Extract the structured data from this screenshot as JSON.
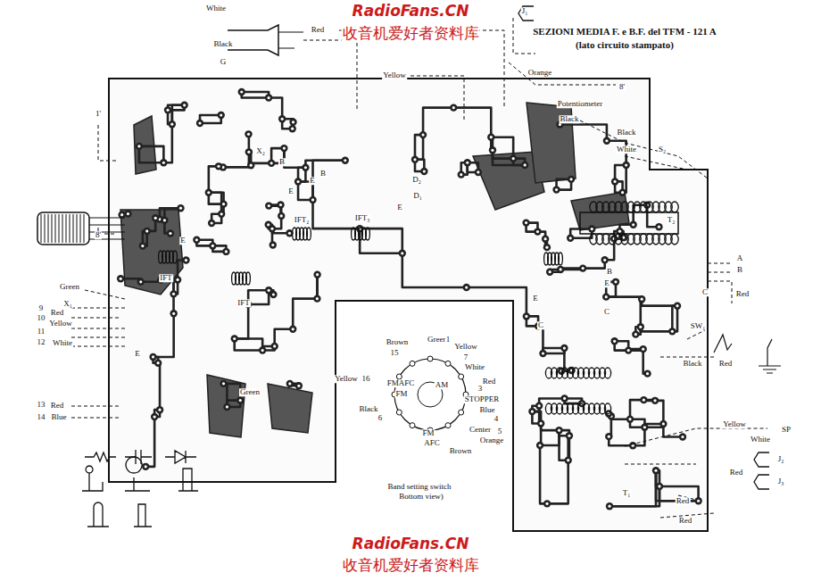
{
  "diagram": {
    "title": "SEZIONI MEDIA F. e B.F. del TFM - 121 A",
    "labels": [
      "RadioFans.CN",
      "收音机爱好者资料库",
      "RadioFans.CN",
      "收音机爱好者资料库",
      "(lato circuito stampato)",
      "White",
      "Black",
      "G",
      "J₁",
      "Red",
      "Yellow",
      "Orange",
      "8'",
      "Potentiometer",
      "Black",
      "Black",
      "White",
      "S₂",
      "1'",
      "8'",
      "Green",
      "9",
      "10",
      "Red",
      "Yellow",
      "11",
      "12",
      "White",
      "13",
      "14",
      "Red",
      "Blue",
      "A",
      "Red",
      "B",
      "SW₁",
      "Black",
      "Red",
      "SP",
      "Yellow",
      "White",
      "Red",
      "J₂",
      "J₃",
      "Red",
      "Red",
      "T₁",
      "T₂",
      "Brown",
      "15",
      "Green",
      "1",
      "Yellow",
      "White",
      "7",
      "Red",
      "3",
      "STOPPER",
      "Blue",
      "4",
      "Center",
      "5",
      "Orange",
      "Brown",
      "AFC",
      "FM",
      "Black",
      "6",
      "Yellow",
      "16",
      "FMAFC",
      "FM",
      "AM",
      "Band setting switch",
      "Bottom view)",
      "IFT₂",
      "IFT₃",
      "D₁",
      "D₂",
      "X₁",
      "X₂",
      "IFT",
      "IFT",
      "E",
      "B",
      "E",
      "B",
      "E",
      "E",
      "C",
      "C",
      "E",
      "B",
      "C",
      "E",
      "E",
      "Green"
    ]
  }
}
